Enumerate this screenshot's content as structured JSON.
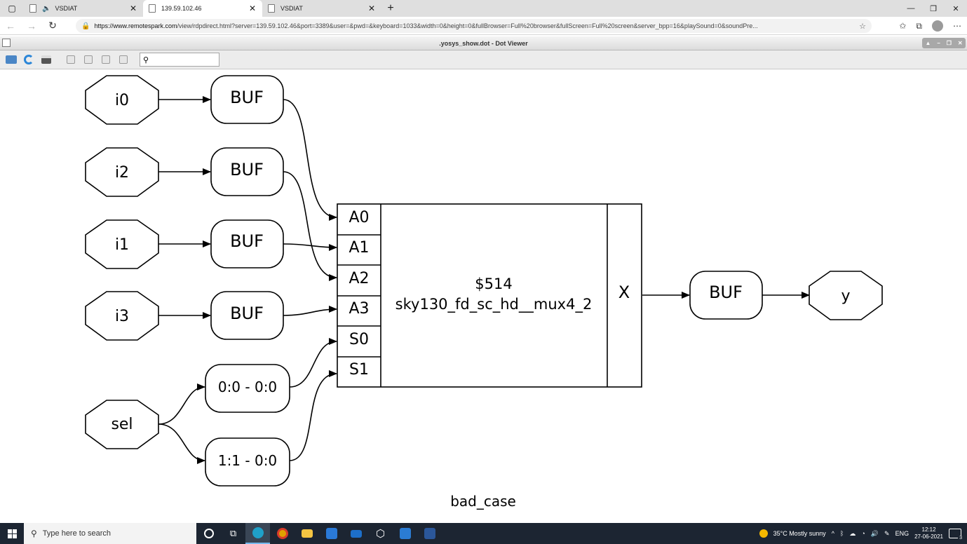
{
  "browser": {
    "tabs": [
      {
        "label": "VSDIAT",
        "active": false,
        "audio": true
      },
      {
        "label": "139.59.102.46",
        "active": true,
        "audio": false
      },
      {
        "label": "VSDIAT",
        "active": false,
        "audio": false
      }
    ],
    "close_glyph": "✕",
    "new_tab_glyph": "+",
    "url_host": "https://www.remotespark.com",
    "url_path": "/view/rdpdirect.html?server=139.59.102.46&port=3389&user=&pwd=&keyboard=1033&width=0&height=0&fullBrowser=Full%20browser&fullScreen=Full%20screen&server_bpp=16&playSound=0&soundPre...",
    "icons": {
      "back": "back-arrow-icon",
      "forward": "forward-arrow-icon",
      "reload": "reload-icon",
      "lock": "lock-icon",
      "favorite": "star-icon",
      "collections": "collections-icon",
      "profile": "profile-icon",
      "menu": "more-icon"
    }
  },
  "app": {
    "title": ".yosys_show.dot - Dot Viewer",
    "search_placeholder": "",
    "toolbar_icons": [
      "open-folder-icon",
      "refresh-icon",
      "print-icon",
      "zoom-in-icon",
      "zoom-out-icon",
      "zoom-fit-icon",
      "zoom-100-icon"
    ]
  },
  "graph": {
    "inputs": [
      {
        "label": "i0"
      },
      {
        "label": "i2"
      },
      {
        "label": "i1"
      },
      {
        "label": "i3"
      },
      {
        "label": "sel"
      }
    ],
    "buffers": [
      "BUF",
      "BUF",
      "BUF",
      "BUF"
    ],
    "slices": [
      "0:0 - 0:0",
      "1:1 - 0:0"
    ],
    "cell": {
      "ports_in": [
        "A0",
        "A1",
        "A2",
        "A3",
        "S0",
        "S1"
      ],
      "id": "$514",
      "type": "sky130_fd_sc_hd__mux4_2",
      "port_out": "X"
    },
    "out_buffer": "BUF",
    "output": "y",
    "caption": "bad_case"
  },
  "taskbar": {
    "search_placeholder": "Type here to search",
    "apps": [
      "cortana-icon",
      "task-view-icon",
      "edge-icon",
      "chrome-icon",
      "file-explorer-icon",
      "store-icon",
      "mail-icon",
      "vscode-icon",
      "whiteboard-icon",
      "word-icon"
    ],
    "weather": "35°C  Mostly sunny",
    "language": "ENG",
    "time": "12:12",
    "date": "27-06-2021",
    "notifications": "3"
  },
  "colors": {
    "taskbar": "#1c2532",
    "tab_strip": "#dfdfdf",
    "graph_stroke": "#000000"
  }
}
